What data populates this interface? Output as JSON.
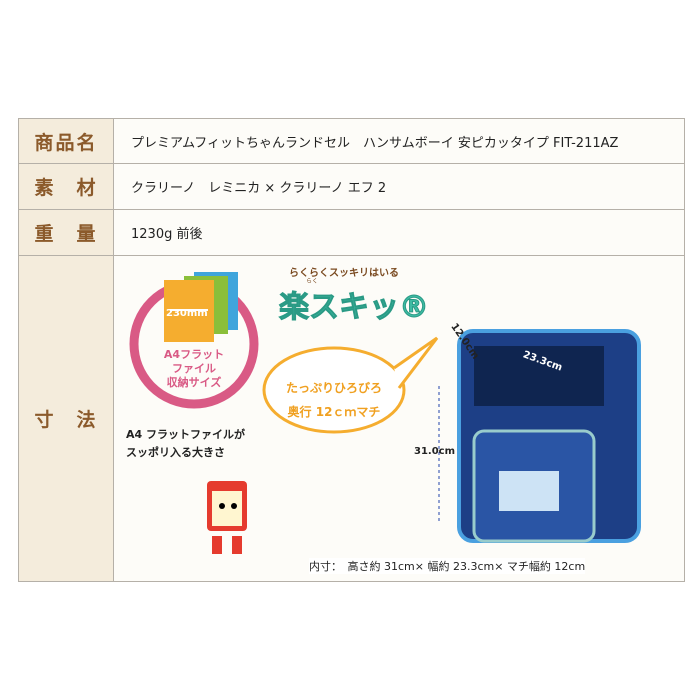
{
  "rows": [
    {
      "label": "商品名",
      "value": "プレミアムフィットちゃんランドセル　ハンサムボーイ 安ピカッタイプ FIT-211AZ"
    },
    {
      "label": "素　材",
      "value": "クラリーノ　レミニカ × クラリーノ エフ 2"
    },
    {
      "label": "重　量",
      "value": "1230g 前後"
    },
    {
      "label": "寸　法"
    }
  ],
  "dimensions": {
    "file_width": "230mm",
    "circle_text": [
      "A4フラット",
      "ファイル",
      "収納サイズ"
    ],
    "caption": [
      "A4 フラットファイルが",
      "スッポリ入る大きさ"
    ],
    "tagline": "らくらくスッキリはいる",
    "logo_ruby": "らく",
    "logo": "楽スキッ®",
    "bubble": [
      "たっぷりひろびろ",
      "奥行 12ｃｍマチ"
    ],
    "depth": "12.0cm",
    "width": "23.3cm",
    "height": "31.0cm",
    "inner_size": "内寸：　高さ約 31cm× 幅約 23.3cm× マチ幅約 12cm"
  },
  "colors": {
    "label_bg": "#f4ecdc",
    "label_text": "#8b5a2b",
    "bag": "#1d3f86"
  }
}
